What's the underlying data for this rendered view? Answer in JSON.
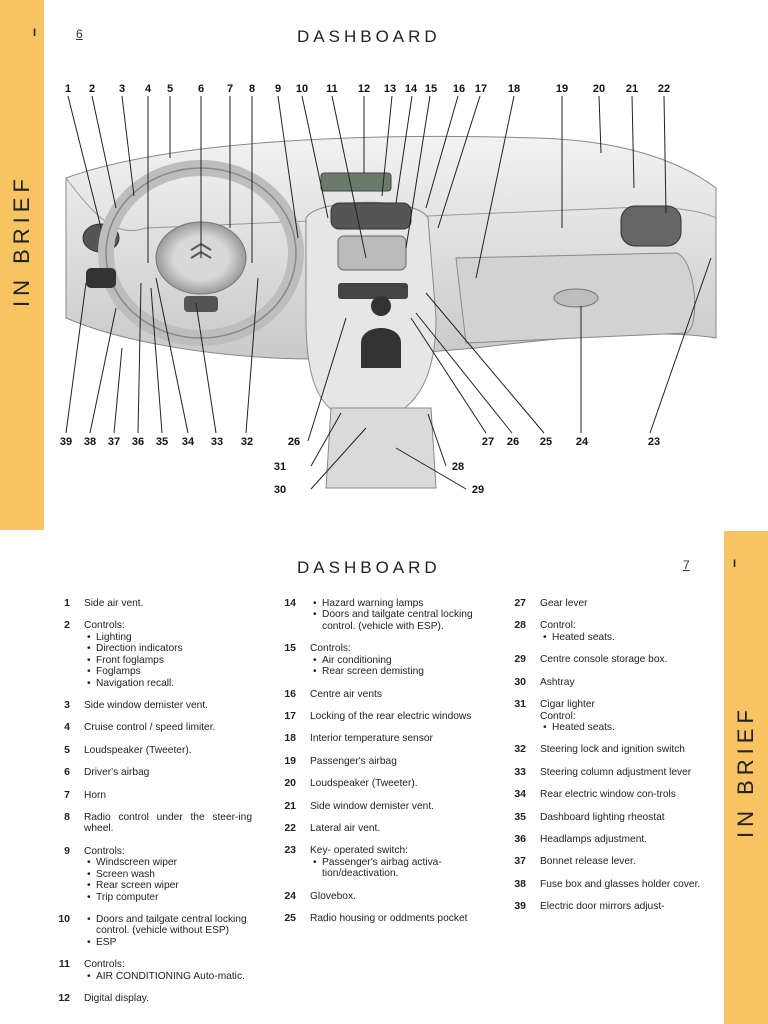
{
  "page_top": {
    "section_mark": "I",
    "page_number": "6",
    "title": "DASHBOARD",
    "tab_label": "IN BRIEF",
    "top_callouts": [
      "1",
      "2",
      "3",
      "4",
      "5",
      "6",
      "7",
      "8",
      "9",
      "10",
      "11",
      "12",
      "13",
      "14",
      "15",
      "16",
      "17",
      "18",
      "19",
      "20",
      "21",
      "22"
    ],
    "bottom_callouts": [
      "39",
      "38",
      "37",
      "36",
      "35",
      "34",
      "33",
      "32",
      "26",
      "27",
      "26",
      "25",
      "24",
      "23"
    ],
    "lower_callouts": [
      "31",
      "30",
      "28",
      "29"
    ]
  },
  "page_bottom": {
    "section_mark": "I",
    "page_number": "7",
    "title": "DASHBOARD",
    "tab_label": "IN BRIEF"
  },
  "legend": {
    "col1": [
      {
        "num": "1",
        "text": "Side air vent."
      },
      {
        "num": "2",
        "text": "Controls:",
        "bullets": [
          "Lighting",
          "Direction indicators",
          "Front foglamps",
          "Foglamps",
          "Navigation recall."
        ]
      },
      {
        "num": "3",
        "text": "Side window demister vent."
      },
      {
        "num": "4",
        "text": "Cruise control / speed limiter."
      },
      {
        "num": "5",
        "text": "Loudspeaker (Tweeter)."
      },
      {
        "num": "6",
        "text": "Driver's airbag"
      },
      {
        "num": "7",
        "text": "Horn"
      },
      {
        "num": "8",
        "text": "Radio control under the steer-ing wheel."
      },
      {
        "num": "9",
        "text": "Controls:",
        "bullets": [
          "Windscreen wiper",
          "Screen wash",
          "Rear screen wiper",
          "Trip computer"
        ]
      },
      {
        "num": "10",
        "text": "",
        "bullets": [
          "Doors and tailgate central locking control. (vehicle without ESP)",
          "ESP"
        ]
      },
      {
        "num": "11",
        "text": "Controls:",
        "bullets": [
          "AIR CONDITIONING Auto-matic."
        ]
      },
      {
        "num": "12",
        "text": "Digital display."
      }
    ],
    "col2": [
      {
        "num": "14",
        "text": "",
        "bullets": [
          "Hazard warning lamps",
          "Doors and tailgate central locking control. (vehicle with ESP)."
        ]
      },
      {
        "num": "15",
        "text": "Controls:",
        "bullets": [
          "Air conditioning",
          "Rear screen demisting"
        ]
      },
      {
        "num": "16",
        "text": "Centre air vents"
      },
      {
        "num": "17",
        "text": "Locking of the rear electric windows"
      },
      {
        "num": "18",
        "text": "Interior temperature sensor"
      },
      {
        "num": "19",
        "text": "Passenger's airbag"
      },
      {
        "num": "20",
        "text": "Loudspeaker (Tweeter)."
      },
      {
        "num": "21",
        "text": "Side window demister vent."
      },
      {
        "num": "22",
        "text": "Lateral air vent."
      },
      {
        "num": "23",
        "text": "Key- operated switch:",
        "bullets": [
          "Passenger's airbag activa-tion/deactivation."
        ]
      },
      {
        "num": "24",
        "text": "Glovebox."
      },
      {
        "num": "25",
        "text": "Radio housing or oddments pocket"
      }
    ],
    "col3": [
      {
        "num": "27",
        "text": "Gear lever"
      },
      {
        "num": "28",
        "text": "Control:",
        "bullets": [
          "Heated seats."
        ]
      },
      {
        "num": "29",
        "text": "Centre console storage box."
      },
      {
        "num": "30",
        "text": "Ashtray"
      },
      {
        "num": "31",
        "text": "Cigar lighter\nControl:",
        "bullets": [
          "Heated seats."
        ]
      },
      {
        "num": "32",
        "text": "Steering lock and ignition switch"
      },
      {
        "num": "33",
        "text": "Steering column adjustment lever"
      },
      {
        "num": "34",
        "text": "Rear electric window con-trols"
      },
      {
        "num": "35",
        "text": "Dashboard lighting rheostat"
      },
      {
        "num": "36",
        "text": "Headlamps adjustment."
      },
      {
        "num": "37",
        "text": "Bonnet release lever."
      },
      {
        "num": "38",
        "text": "Fuse box and glasses holder cover."
      },
      {
        "num": "39",
        "text": "Electric door mirrors adjust-"
      }
    ]
  }
}
